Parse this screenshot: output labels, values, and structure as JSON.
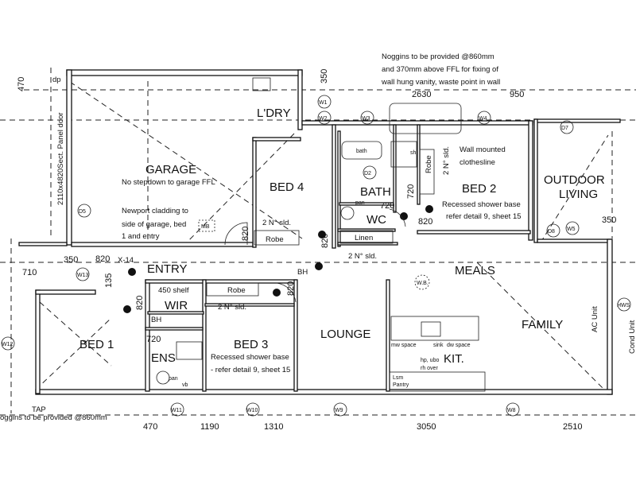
{
  "rooms": {
    "garage": "GARAGE",
    "laundry": "L'DRY",
    "bed4": "BED 4",
    "bath": "BATH",
    "wc": "WC",
    "bed2": "BED 2",
    "outdoor_living_1": "OUTDOOR",
    "outdoor_living_2": "LIVING",
    "entry": "ENTRY",
    "meals": "MEALS",
    "wir": "WIR",
    "bed1": "BED 1",
    "ens": "ENS",
    "bed3": "BED 3",
    "lounge": "LOUNGE",
    "family": "FAMILY",
    "kitchen": "KIT."
  },
  "notes": {
    "garage_step": "No stepdown to garage FFL",
    "cladding_1": "Newport cladding to",
    "cladding_2": "side of garage, bed",
    "cladding_3": "1 and entry",
    "garage_door": "2110x4820Sect. Panel door",
    "noggins_1": "Noggins to be provided @860mm",
    "noggins_2": "and 370mm above FFL for fixing of",
    "noggins_3": "wall hung vanity, waste point in wall",
    "clothesline_1": "Wall mounted",
    "clothesline_2": "clothesline",
    "shower_bed2_1": "Recessed shower base",
    "shower_bed2_2": "refer detail 9, sheet 15",
    "shower_bed3_1": "Recessed shower base",
    "shower_bed3_2": "- refer detail 9, sheet 15",
    "noggins_bottom": "oggins to be provided @860mm",
    "ac_unit": "AC Unit",
    "cond_unit": "Cond Unit"
  },
  "fixtures": {
    "robe_bed4": "Robe",
    "robe_bed2": "Robe",
    "robe_bed3": "Robe",
    "linen": "Linen",
    "shelf": "450 shelf",
    "sld_bed4": "2 N° sld.",
    "sld_bed2": "2 N° sld.",
    "sld_linen": "2 N° sld.",
    "sld_bed3": "2 N° sld.",
    "bath": "bath",
    "pan_wc": "pan",
    "pan_ens": "pan",
    "vb": "vb",
    "sh": "sh",
    "mw_space": "mw space",
    "sink": "sink",
    "dw_space": "dw space",
    "hp": "hp, ubo",
    "rh": "rh over",
    "pantry_1": "Lsm",
    "pantry_2": "Pantry",
    "wb": "W.B.",
    "bh_1": "BH",
    "bh_2": "BH",
    "mb": "MB",
    "x14": "X-14",
    "dp": "dp",
    "tap": "TAP"
  },
  "dimensions": {
    "top_left": "470",
    "top_ldry": "350",
    "top_window": "2630",
    "top_950": "950",
    "right_350": "350",
    "left_710": "710",
    "entry_350": "350",
    "entry_135": "135",
    "door_820_a": "820",
    "door_820_b": "820",
    "door_820_c": "820",
    "door_820_d": "820",
    "door_820_e": "820",
    "door_820_f": "820",
    "door_720_a": "720",
    "door_720_b": "720",
    "door_720_c": "720",
    "bottom": [
      "470",
      "1190",
      "1310",
      "3050",
      "2510"
    ]
  },
  "markers": [
    "W1",
    "W2",
    "W3",
    "W4",
    "D7",
    "D2",
    "D8",
    "W5",
    "D5",
    "W13",
    "W12",
    "W11",
    "W10",
    "W9",
    "W8",
    "HWS"
  ]
}
